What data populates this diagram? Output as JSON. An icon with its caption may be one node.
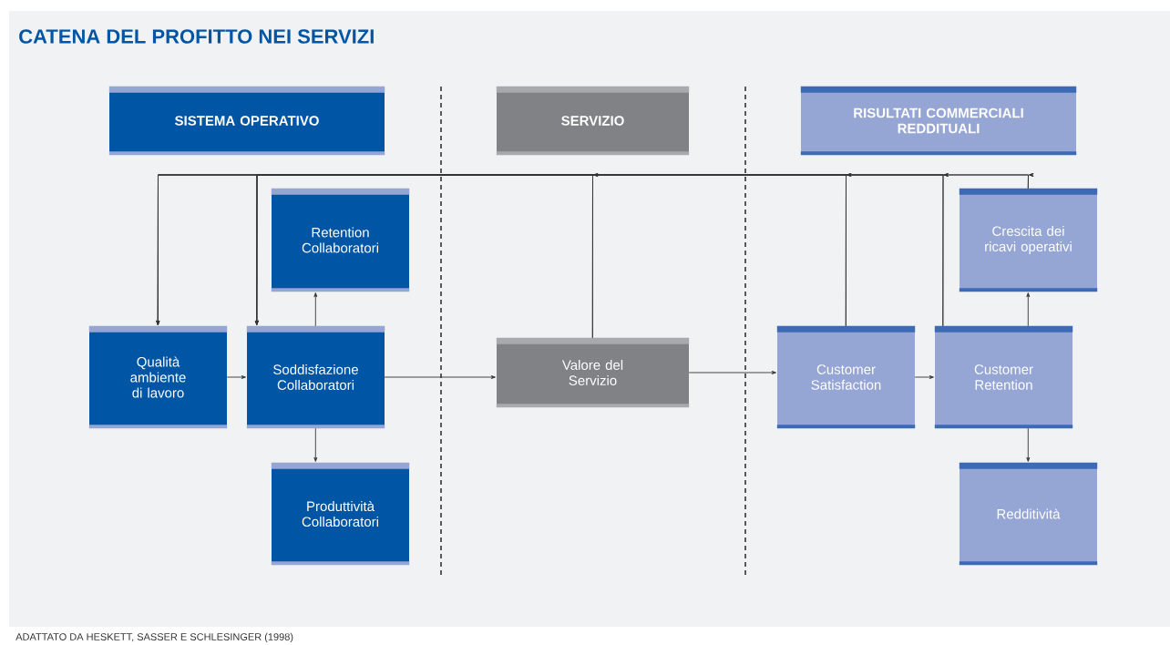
{
  "diagram": {
    "title": "CATENA DEL PROFITTO NEI SERVIZI",
    "caption": "ADATTATO DA HESKETT, SASSER E SCHLESINGER (1998)",
    "nodes": [
      {
        "text": [
          "SISTEMA OPERATIVO"
        ]
      },
      {
        "text": [
          "SERVIZIO"
        ]
      },
      {
        "text": [
          "RISULTATI COMMERCIALI REDDITUALI"
        ]
      },
      {
        "text": [
          "Retention Collaboratori"
        ]
      },
      {
        "text": [
          "Qualità ambiente di lavoro"
        ]
      },
      {
        "text": [
          "Soddisfazione Collaboratori"
        ]
      },
      {
        "text": [
          "Produttività Collaboratori"
        ]
      },
      {
        "text": [
          "Valore del Servizio"
        ]
      },
      {
        "text": [
          "Customer Satisfaction"
        ]
      },
      {
        "text": [
          "Customer Retention"
        ]
      },
      {
        "text": [
          "Crescita dei ricavi operativi"
        ]
      },
      {
        "text": [
          "Redditività"
        ]
      }
    ],
    "edges": [
      {
        "from": 4,
        "to": 5,
        "arrow": "to"
      },
      {
        "from": 5,
        "to": 3,
        "arrow": "to"
      },
      {
        "from": 5,
        "to": 6,
        "arrow": "to"
      },
      {
        "from": 5,
        "to": 7,
        "arrow": "to"
      },
      {
        "from": 7,
        "to": 8,
        "arrow": "to"
      },
      {
        "from": 8,
        "to": 9,
        "arrow": "to"
      },
      {
        "from": 9,
        "to": 10,
        "arrow": "to"
      },
      {
        "from": 9,
        "to": 11,
        "arrow": "to"
      },
      {
        "from": 7,
        "to": 4,
        "arrow": "to"
      },
      {
        "from": 7,
        "to": 5,
        "arrow": "to"
      },
      {
        "from": 8,
        "to": 4,
        "arrow": "to"
      },
      {
        "from": 8,
        "to": 5,
        "arrow": "to"
      },
      {
        "from": 9,
        "to": 4,
        "arrow": "to"
      },
      {
        "from": 9,
        "to": 5,
        "arrow": "to"
      },
      {
        "from": 10,
        "to": 4,
        "arrow": "to"
      },
      {
        "from": 10,
        "to": 5,
        "arrow": "to"
      }
    ]
  }
}
